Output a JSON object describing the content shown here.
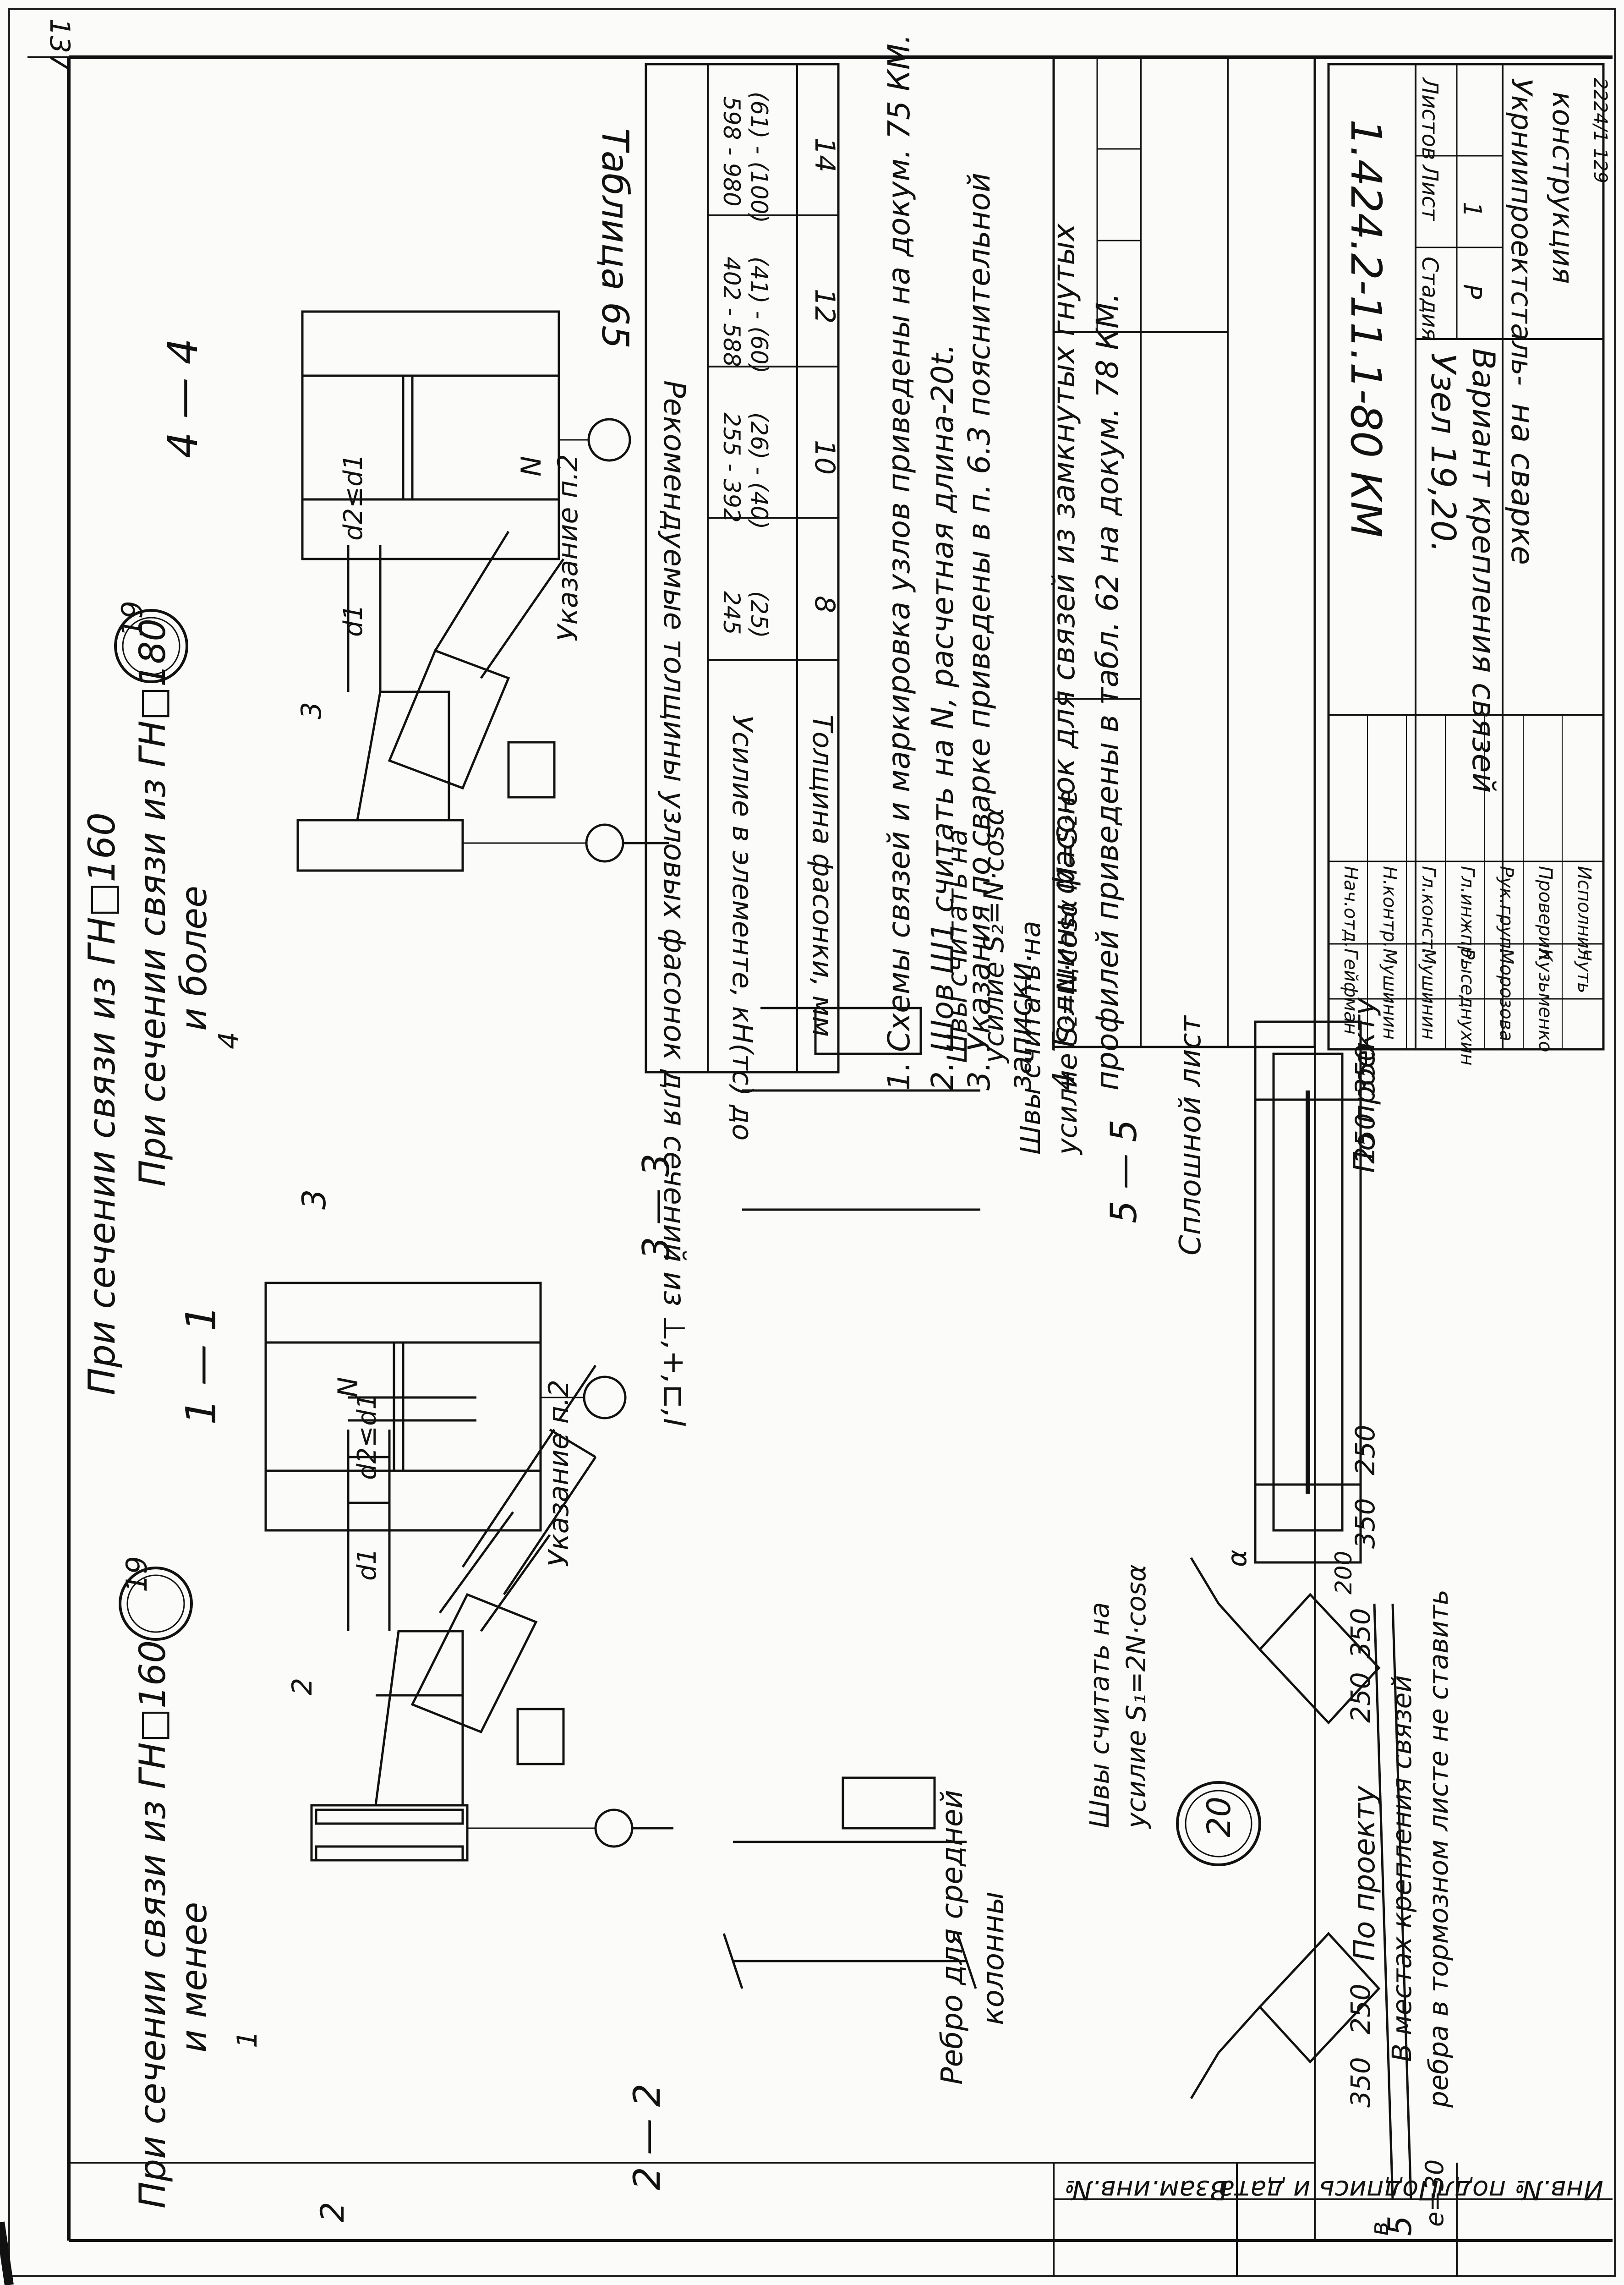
{
  "page_number": "137",
  "sheet_bottom": "2224/1 129",
  "title_block": {
    "doc_code": "1.424.2-11.1-80 КМ",
    "node_title": "Узел 19,20.",
    "description_1": "Вариант крепления связей",
    "description_2": "на сварке",
    "stage_header": "Стадия",
    "sheet_header": "Лист",
    "sheets_header": "Листов",
    "stage": "Р",
    "sheet": "1",
    "sheets": "",
    "org_1": "Укрниипроектсталь-",
    "org_2": "конструкция",
    "signatures": [
      {
        "role": "Нач.отд.",
        "name": "Гейфман"
      },
      {
        "role": "Н.контр.",
        "name": "Мушинин"
      },
      {
        "role": "Гл.конст.",
        "name": "Мушинин"
      },
      {
        "role": "Гл.инжпр.",
        "name": "Рыседнухин"
      },
      {
        "role": "Рук.груп.",
        "name": "Морозова"
      },
      {
        "role": "Проверил",
        "name": "Кузьменко"
      },
      {
        "role": "Исполнил",
        "name": "Чуть"
      }
    ]
  },
  "left_strip": {
    "inv_no": "Инв.№ подл.",
    "sign_date": "Подпись и дата",
    "replace_inv": "Взам.инв.№"
  },
  "section_small": {
    "heading_1": "При сечении связи из ГН□160",
    "heading_2": "и менее",
    "node_no": "19",
    "note": "Указание п.2",
    "cut_1": "1",
    "cut_2": "2",
    "d1": "d1",
    "d2": "d2≤d1",
    "force": "N"
  },
  "section_large": {
    "heading_1": "При сечении связи из ГН□180",
    "heading_2": "и более",
    "node_no": "19",
    "note": "Указание п.2",
    "cut_3": "3",
    "cut_4": "4",
    "d1": "d1",
    "d2": "d2≤d1",
    "force": "N"
  },
  "views": {
    "v11": "1 — 1",
    "v22": "2 — 2",
    "v33": "3 — 3",
    "v44": "4 — 4",
    "v55": "5 — 5",
    "solid_sheet": "Сплошной лист",
    "rib_1": "Ребро для средней",
    "rib_2": "колонны"
  },
  "node20": {
    "node_no": "20",
    "weld_1a": "Швы считать на",
    "weld_1b": "усилие S₁=2N·cosα",
    "weld_2a": "Швы считать на",
    "weld_2b": "усилие S₂=N·cosα M=S₂·e",
    "weld_3a": "Швы считать на",
    "weld_3b": "усилие S₂=N·cosα",
    "note_1": "В местах крепления связей",
    "note_2": "ребра в тормозном листе не ставить",
    "by_project_1": "По проекту",
    "by_project_2": "По проекту",
    "dim_350": "350",
    "dim_250": "250",
    "dim_200": "200",
    "dim_e": "e=30",
    "dim_b": "в",
    "alpha": "α"
  },
  "table": {
    "title": "Таблица 65",
    "caption": "Рекомендуемые толщины узловых фасонок для сечений из ⊥,+,⊏,I",
    "row1_label": "Усилие в элементе, кН(тс) до",
    "row2_label": "Толщина фасонки, мм",
    "cols": [
      {
        "force": "245",
        "tf": "(25)",
        "thickness": "8"
      },
      {
        "force": "255 - 392",
        "tf": "(26) - (40)",
        "thickness": "10"
      },
      {
        "force": "402 - 588",
        "tf": "(41) - (60)",
        "thickness": "12"
      },
      {
        "force": "598 - 980",
        "tf": "(61) - (100)",
        "thickness": "14"
      }
    ]
  },
  "notes": [
    "1. Схемы связей и маркировка узлов приведены на докум. 75 КМ.",
    "2. Шов Ш1 считать на N, расчетная длина-20t.",
    "3. Указания по сварке приведены в п. 6.3 пояснительной",
    "записки.",
    "4. Толщины фасонок для связей из замкнутых гнутых",
    "профилей приведены в табл. 62 на докум. 78 КМ."
  ]
}
